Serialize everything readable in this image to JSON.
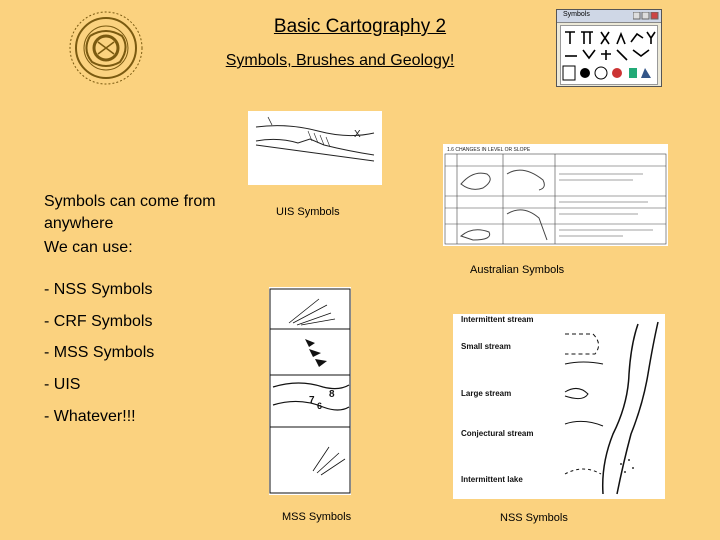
{
  "slide": {
    "title": "Basic Cartography 2",
    "subtitle": "Symbols, Brushes and Geology!",
    "intro_line1": "Symbols can come from",
    "intro_line2": "anywhere",
    "we_can_use": "We can use:",
    "bullets": [
      "- NSS Symbols",
      "- CRF Symbols",
      "- MSS Symbols",
      "- UIS",
      "- Whatever!!!"
    ],
    "captions": {
      "uis": "UIS Symbols",
      "australian": "Australian Symbols",
      "mss": "MSS Symbols",
      "nss": "NSS Symbols"
    }
  },
  "toolbox": {
    "title": "Symbols"
  },
  "australian_table": {
    "heading": "1.6 CHANGES IN LEVEL OR SLOPE"
  },
  "nss_labels": [
    "Intermittent stream",
    "Small stream",
    "Large stream",
    "Conjectural stream",
    "Intermittent lake"
  ],
  "mss_numbers": [
    "8",
    "7",
    "6"
  ],
  "uis_label": "X"
}
